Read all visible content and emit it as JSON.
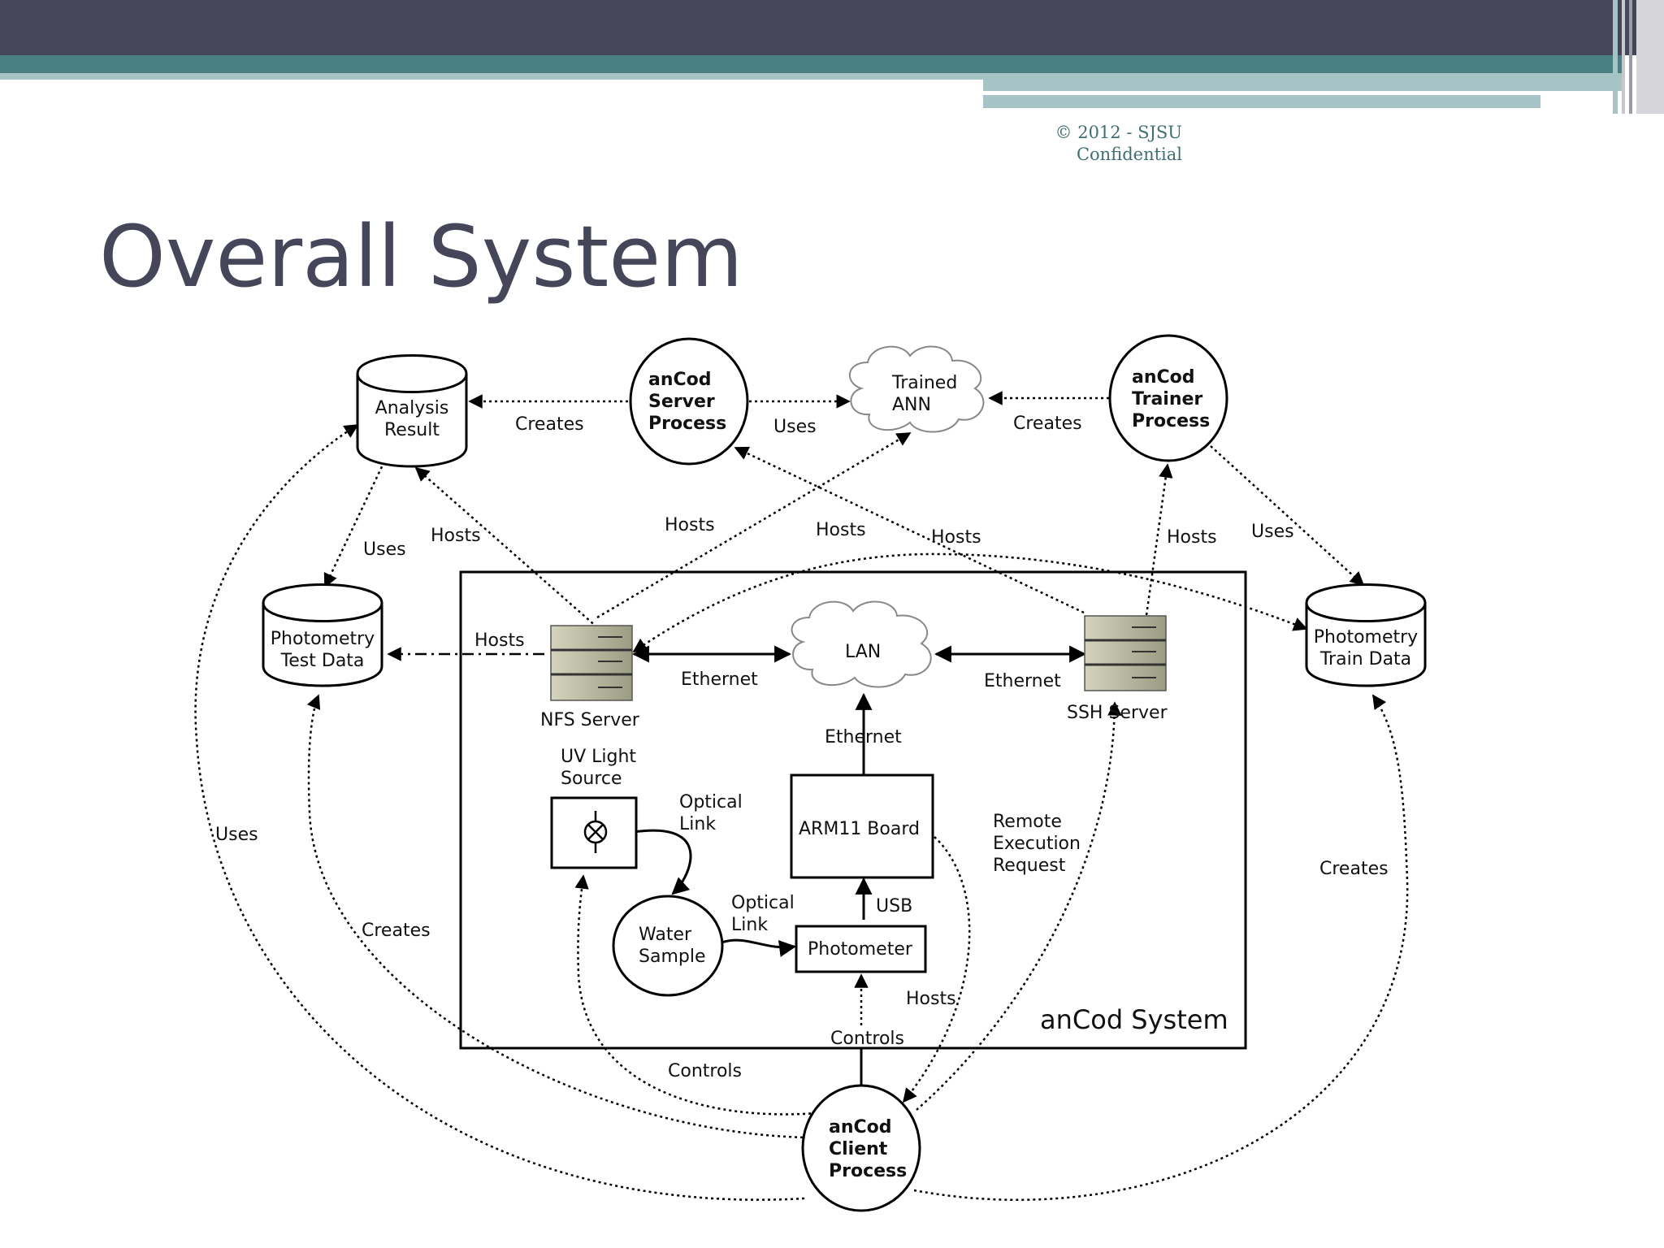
{
  "header": {
    "copyright_line1": "© 2012 - SJSU",
    "copyright_line2": "Confidential",
    "title": "Overall System"
  },
  "colors": {
    "top_bar": "#454659",
    "teal_band": "#4a7f83",
    "light_band": "#a6c4c6",
    "title": "#454659",
    "copyright": "#3f6f72"
  },
  "diagram": {
    "nodes": {
      "analysis_result": [
        "Analysis",
        "Result"
      ],
      "server_process": [
        "anCod",
        "Server",
        "Process"
      ],
      "trained_ann": [
        "Trained",
        "ANN"
      ],
      "trainer_process": [
        "anCod",
        "Trainer",
        "Process"
      ],
      "test_data": [
        "Photometry",
        "Test Data"
      ],
      "train_data": [
        "Photometry",
        "Train Data"
      ],
      "nfs_server": "NFS Server",
      "lan": "LAN",
      "ssh_server": "SSH Server",
      "uv_light": [
        "UV Light",
        "Source"
      ],
      "arm11": "ARM11 Board",
      "water_sample": [
        "Water",
        "Sample"
      ],
      "photometer": "Photometer",
      "client_process": [
        "anCod",
        "Client",
        "Process"
      ],
      "system": "anCod System"
    },
    "edges": {
      "server_creates_analysis": "Creates",
      "server_uses_ann": "Uses",
      "trainer_creates_ann": "Creates",
      "analysis_uses_test": "Uses",
      "nfs_hosts_analysis": "Hosts",
      "nfs_hosts_ann": "Hosts",
      "ssh_hosts_server": "Hosts",
      "nfs_hosts_train": "Hosts",
      "ssh_hosts_trainer": "Hosts",
      "trainer_uses_train": "Uses",
      "nfs_hosts_test": "Hosts",
      "nfs_lan": "Ethernet",
      "ssh_lan": "Ethernet",
      "arm_lan": "Ethernet",
      "uv_water": [
        "Optical",
        "Link"
      ],
      "water_photometer": [
        "Optical",
        "Link"
      ],
      "photometer_arm": "USB",
      "client_hosts_arm": "Hosts",
      "client_controls_photometer": "Controls",
      "client_controls_uv": "Controls",
      "client_remote_ssh": [
        "Remote",
        "Execution",
        "Request"
      ],
      "client_uses_analysis": "Uses",
      "client_creates_test": "Creates",
      "client_creates_train": "Creates"
    }
  }
}
